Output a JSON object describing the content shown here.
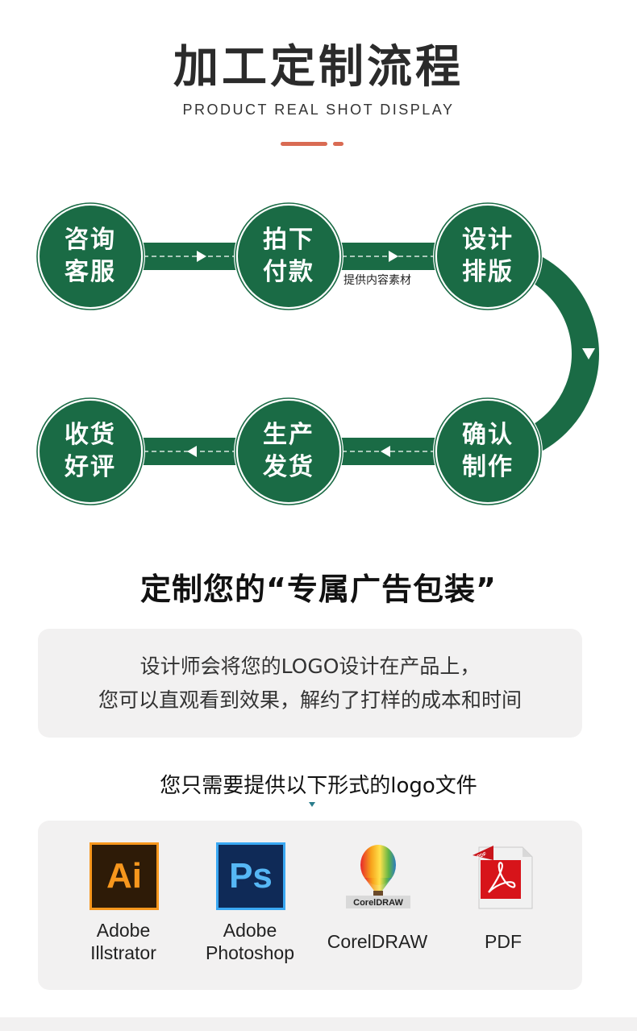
{
  "header": {
    "title": "加工定制流程",
    "subtitle": "PRODUCT REAL SHOT DISPLAY"
  },
  "colors": {
    "green": "#1a6b45",
    "accent": "#d96b53",
    "panel": "#f2f1f1",
    "triangle": "#2a7d8c"
  },
  "process": {
    "steps": [
      {
        "line1": "咨询",
        "line2": "客服"
      },
      {
        "line1": "拍下",
        "line2": "付款"
      },
      {
        "line1": "设计",
        "line2": "排版"
      },
      {
        "line1": "确认",
        "line2": "制作"
      },
      {
        "line1": "生产",
        "line2": "发货"
      },
      {
        "line1": "收货",
        "line2": "好评"
      }
    ],
    "note": "提供内容素材"
  },
  "custom": {
    "headline": "定制您的“专属广告包装”",
    "line1": "设计师会将您的LOGO设计在产品上，",
    "line2": "您可以直观看到效果，解约了打样的成本和时间"
  },
  "files": {
    "heading": "您只需要提供以下形式的logo文件",
    "formats": [
      {
        "icon": "adobe-illustrator-icon",
        "icon_text": "Ai",
        "line1": "Adobe",
        "line2": "Illstrator"
      },
      {
        "icon": "adobe-photoshop-icon",
        "icon_text": "Ps",
        "line1": "Adobe",
        "line2": "Photoshop"
      },
      {
        "icon": "coreldraw-icon",
        "icon_text": "CorelDRAW",
        "line1": "CorelDRAW",
        "line2": ""
      },
      {
        "icon": "pdf-icon",
        "icon_text": "PDF",
        "line1": "PDF",
        "line2": ""
      }
    ]
  }
}
